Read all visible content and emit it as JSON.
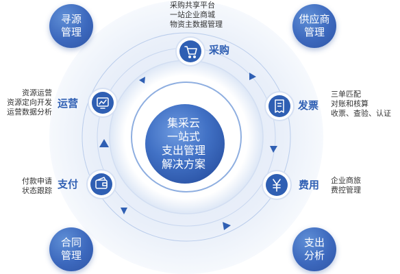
{
  "center": {
    "lines": [
      "集采云",
      "一站式",
      "支出管理",
      "解决方案"
    ]
  },
  "corners": {
    "top_left": {
      "lines": [
        "寻源",
        "管理"
      ]
    },
    "top_right": {
      "lines": [
        "供应商",
        "管理"
      ]
    },
    "bottom_left": {
      "lines": [
        "合同",
        "管理"
      ]
    },
    "bottom_right": {
      "lines": [
        "支出",
        "分析"
      ]
    }
  },
  "nodes": {
    "purchase": {
      "label": "采购",
      "icon": "cart-icon",
      "desc": [
        "采购共享平台",
        "一站企业商城",
        "物资主数据管理"
      ]
    },
    "invoice": {
      "label": "发票",
      "icon": "receipt-icon",
      "desc": [
        "三单匹配",
        "对账和核算",
        "收票、查验、认证"
      ]
    },
    "expense": {
      "label": "费用",
      "icon": "yen-icon",
      "desc": [
        "企业商旅",
        "费控管理"
      ]
    },
    "payment": {
      "label": "支付",
      "icon": "wallet-icon",
      "desc": [
        "付款申请",
        "状态跟踪"
      ]
    },
    "operation": {
      "label": "运营",
      "icon": "monitor-chart-icon",
      "desc": [
        "资源运营",
        "资源定向开发",
        "运营数据分析"
      ]
    }
  },
  "colors": {
    "accent": "#2f5fb3",
    "node_fill": "#2f5fb3",
    "ring": "#c9d8f1",
    "halo": "#eaf0fa"
  }
}
